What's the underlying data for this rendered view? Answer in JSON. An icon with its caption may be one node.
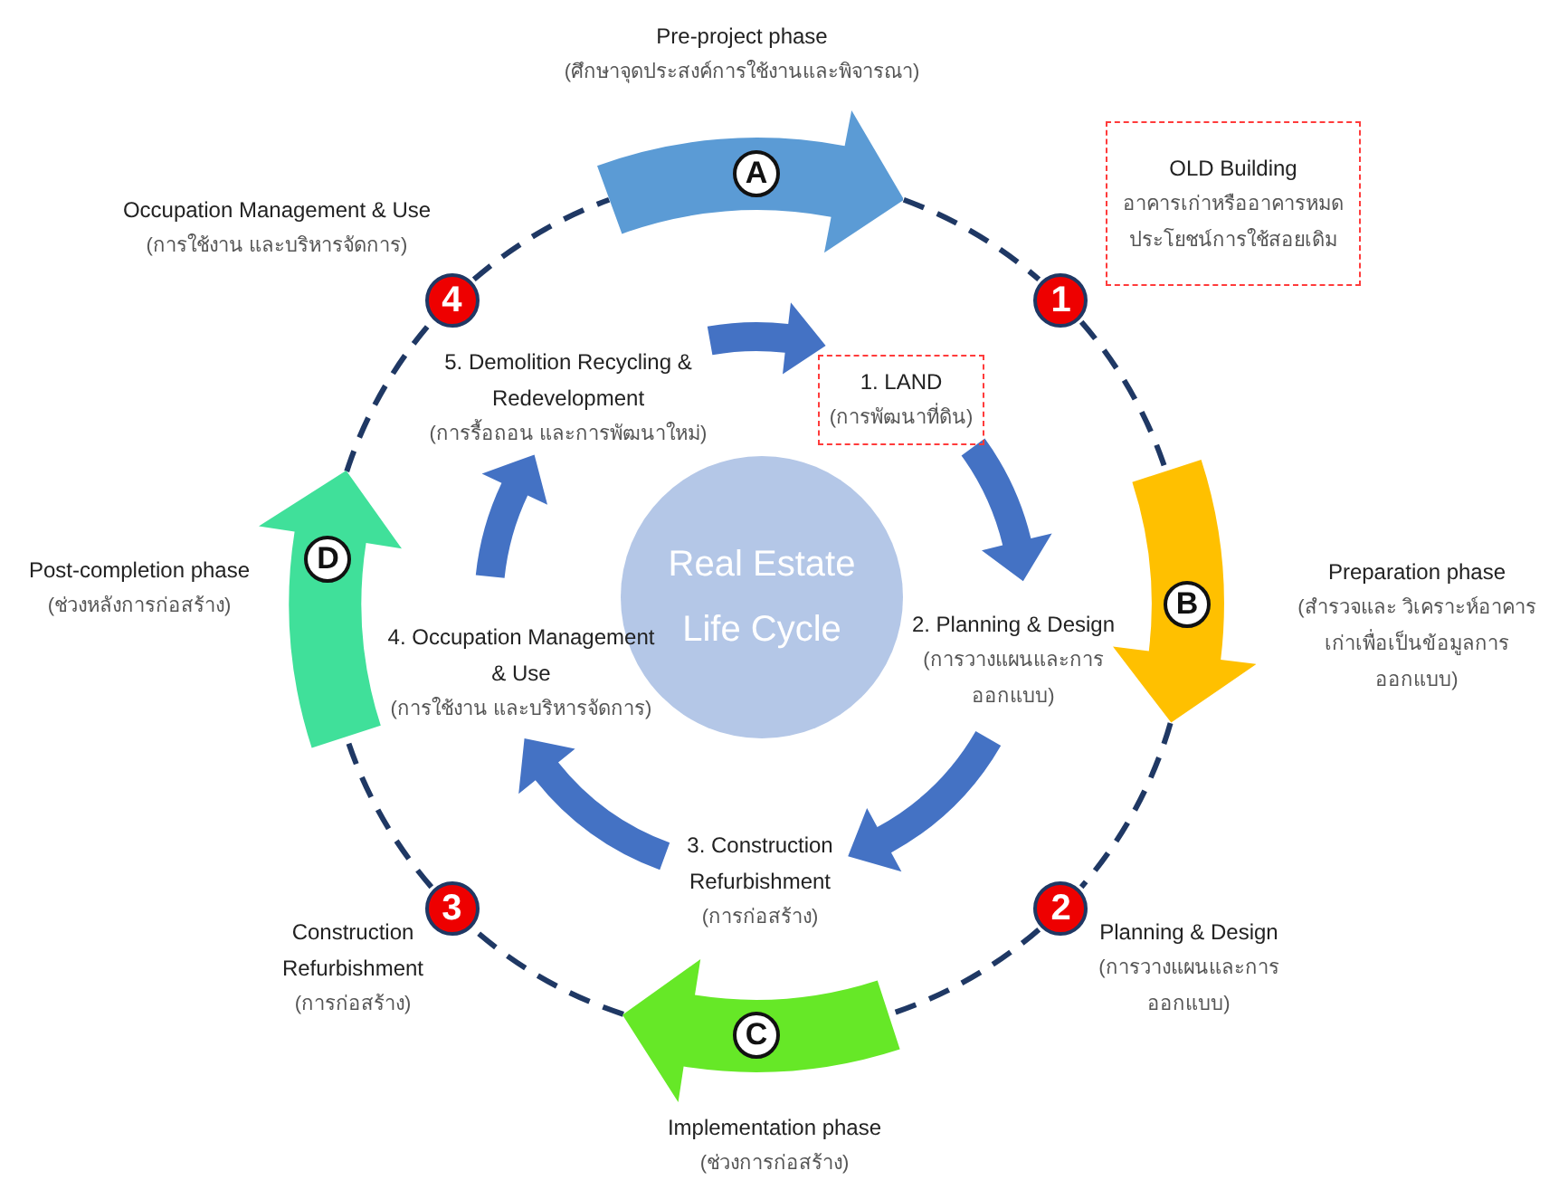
{
  "diagram": {
    "nodes": [
      {
        "text": [
          "A"
        ],
        "beside": [
          "Pre-project phase",
          "(ศึกษาจุดประสงค์การใช้งานและพิจารณา)"
        ]
      },
      {
        "text": [
          "4"
        ],
        "beside": [
          "Occupation Management & Use",
          "(การใช้งาน และบริหารจัดการ)"
        ]
      },
      {
        "text": [
          "OLD Building",
          "อาคารเก่าหรืออาคารหมดประโยชน์การใช้สอยเดิม"
        ]
      },
      {
        "text": [
          "1"
        ]
      },
      {
        "text": [
          "5. Demolition Recycling & Redevelopment",
          "(การรื้อถอน และการพัฒนาใหม่)"
        ]
      },
      {
        "text": [
          "1. LAND",
          "(การพัฒนาที่ดิน)"
        ]
      },
      {
        "text": [
          "D"
        ],
        "beside": [
          "Post-completion phase",
          "(ช่วงหลังการก่อสร้าง)"
        ]
      },
      {
        "text": [
          "Real Estate Life Cycle"
        ]
      },
      {
        "text": [
          "4. Occupation Management & Use",
          "(การใช้งาน และบริหารจัดการ)"
        ]
      },
      {
        "text": [
          "2. Planning & Design",
          "(การวางแผนและการออกแบบ)"
        ]
      },
      {
        "text": [
          "B"
        ],
        "beside": [
          "Preparation phase",
          "(สำรวจและ วิเคราะห์อาคารเก่าเพื่อเป็นข้อมูลการออกแบบ)"
        ]
      },
      {
        "text": [
          "3. Construction Refurbishment",
          "(การก่อสร้าง)"
        ]
      },
      {
        "text": [
          "3"
        ],
        "beside": [
          "Construction Refurbishment",
          "(การก่อสร้าง)"
        ]
      },
      {
        "text": [
          "2"
        ],
        "beside": [
          "Planning & Design",
          "(การวางแผนและการออกแบบ)"
        ]
      },
      {
        "text": [
          "C"
        ],
        "beside": [
          "Implementation phase",
          "(ช่วงการก่อสร้าง)"
        ]
      }
    ],
    "edges": [
      {
        "from": 4,
        "to": 5,
        "arrow": "to",
        "style": "thick",
        "color": "#4472c4"
      },
      {
        "from": 5,
        "to": 9,
        "arrow": "to",
        "style": "thick",
        "color": "#4472c4"
      },
      {
        "from": 9,
        "to": 11,
        "arrow": "to",
        "style": "thick",
        "color": "#4472c4"
      },
      {
        "from": 11,
        "to": 8,
        "arrow": "to",
        "style": "thick",
        "color": "#4472c4"
      },
      {
        "from": 8,
        "to": 4,
        "arrow": "to",
        "style": "thick",
        "color": "#4472c4"
      },
      {
        "from": 1,
        "to": 0,
        "arrow": "none",
        "style": "dashed"
      },
      {
        "from": 0,
        "to": 3,
        "arrow": "none",
        "style": "dashed"
      },
      {
        "from": 3,
        "to": 10,
        "arrow": "none",
        "style": "dashed"
      },
      {
        "from": 10,
        "to": 13,
        "arrow": "none",
        "style": "dashed"
      },
      {
        "from": 13,
        "to": 14,
        "arrow": "none",
        "style": "dashed"
      },
      {
        "from": 14,
        "to": 12,
        "arrow": "none",
        "style": "dashed"
      },
      {
        "from": 12,
        "to": 6,
        "arrow": "none",
        "style": "dashed"
      },
      {
        "from": 6,
        "to": 1,
        "arrow": "none",
        "style": "dashed"
      }
    ]
  }
}
